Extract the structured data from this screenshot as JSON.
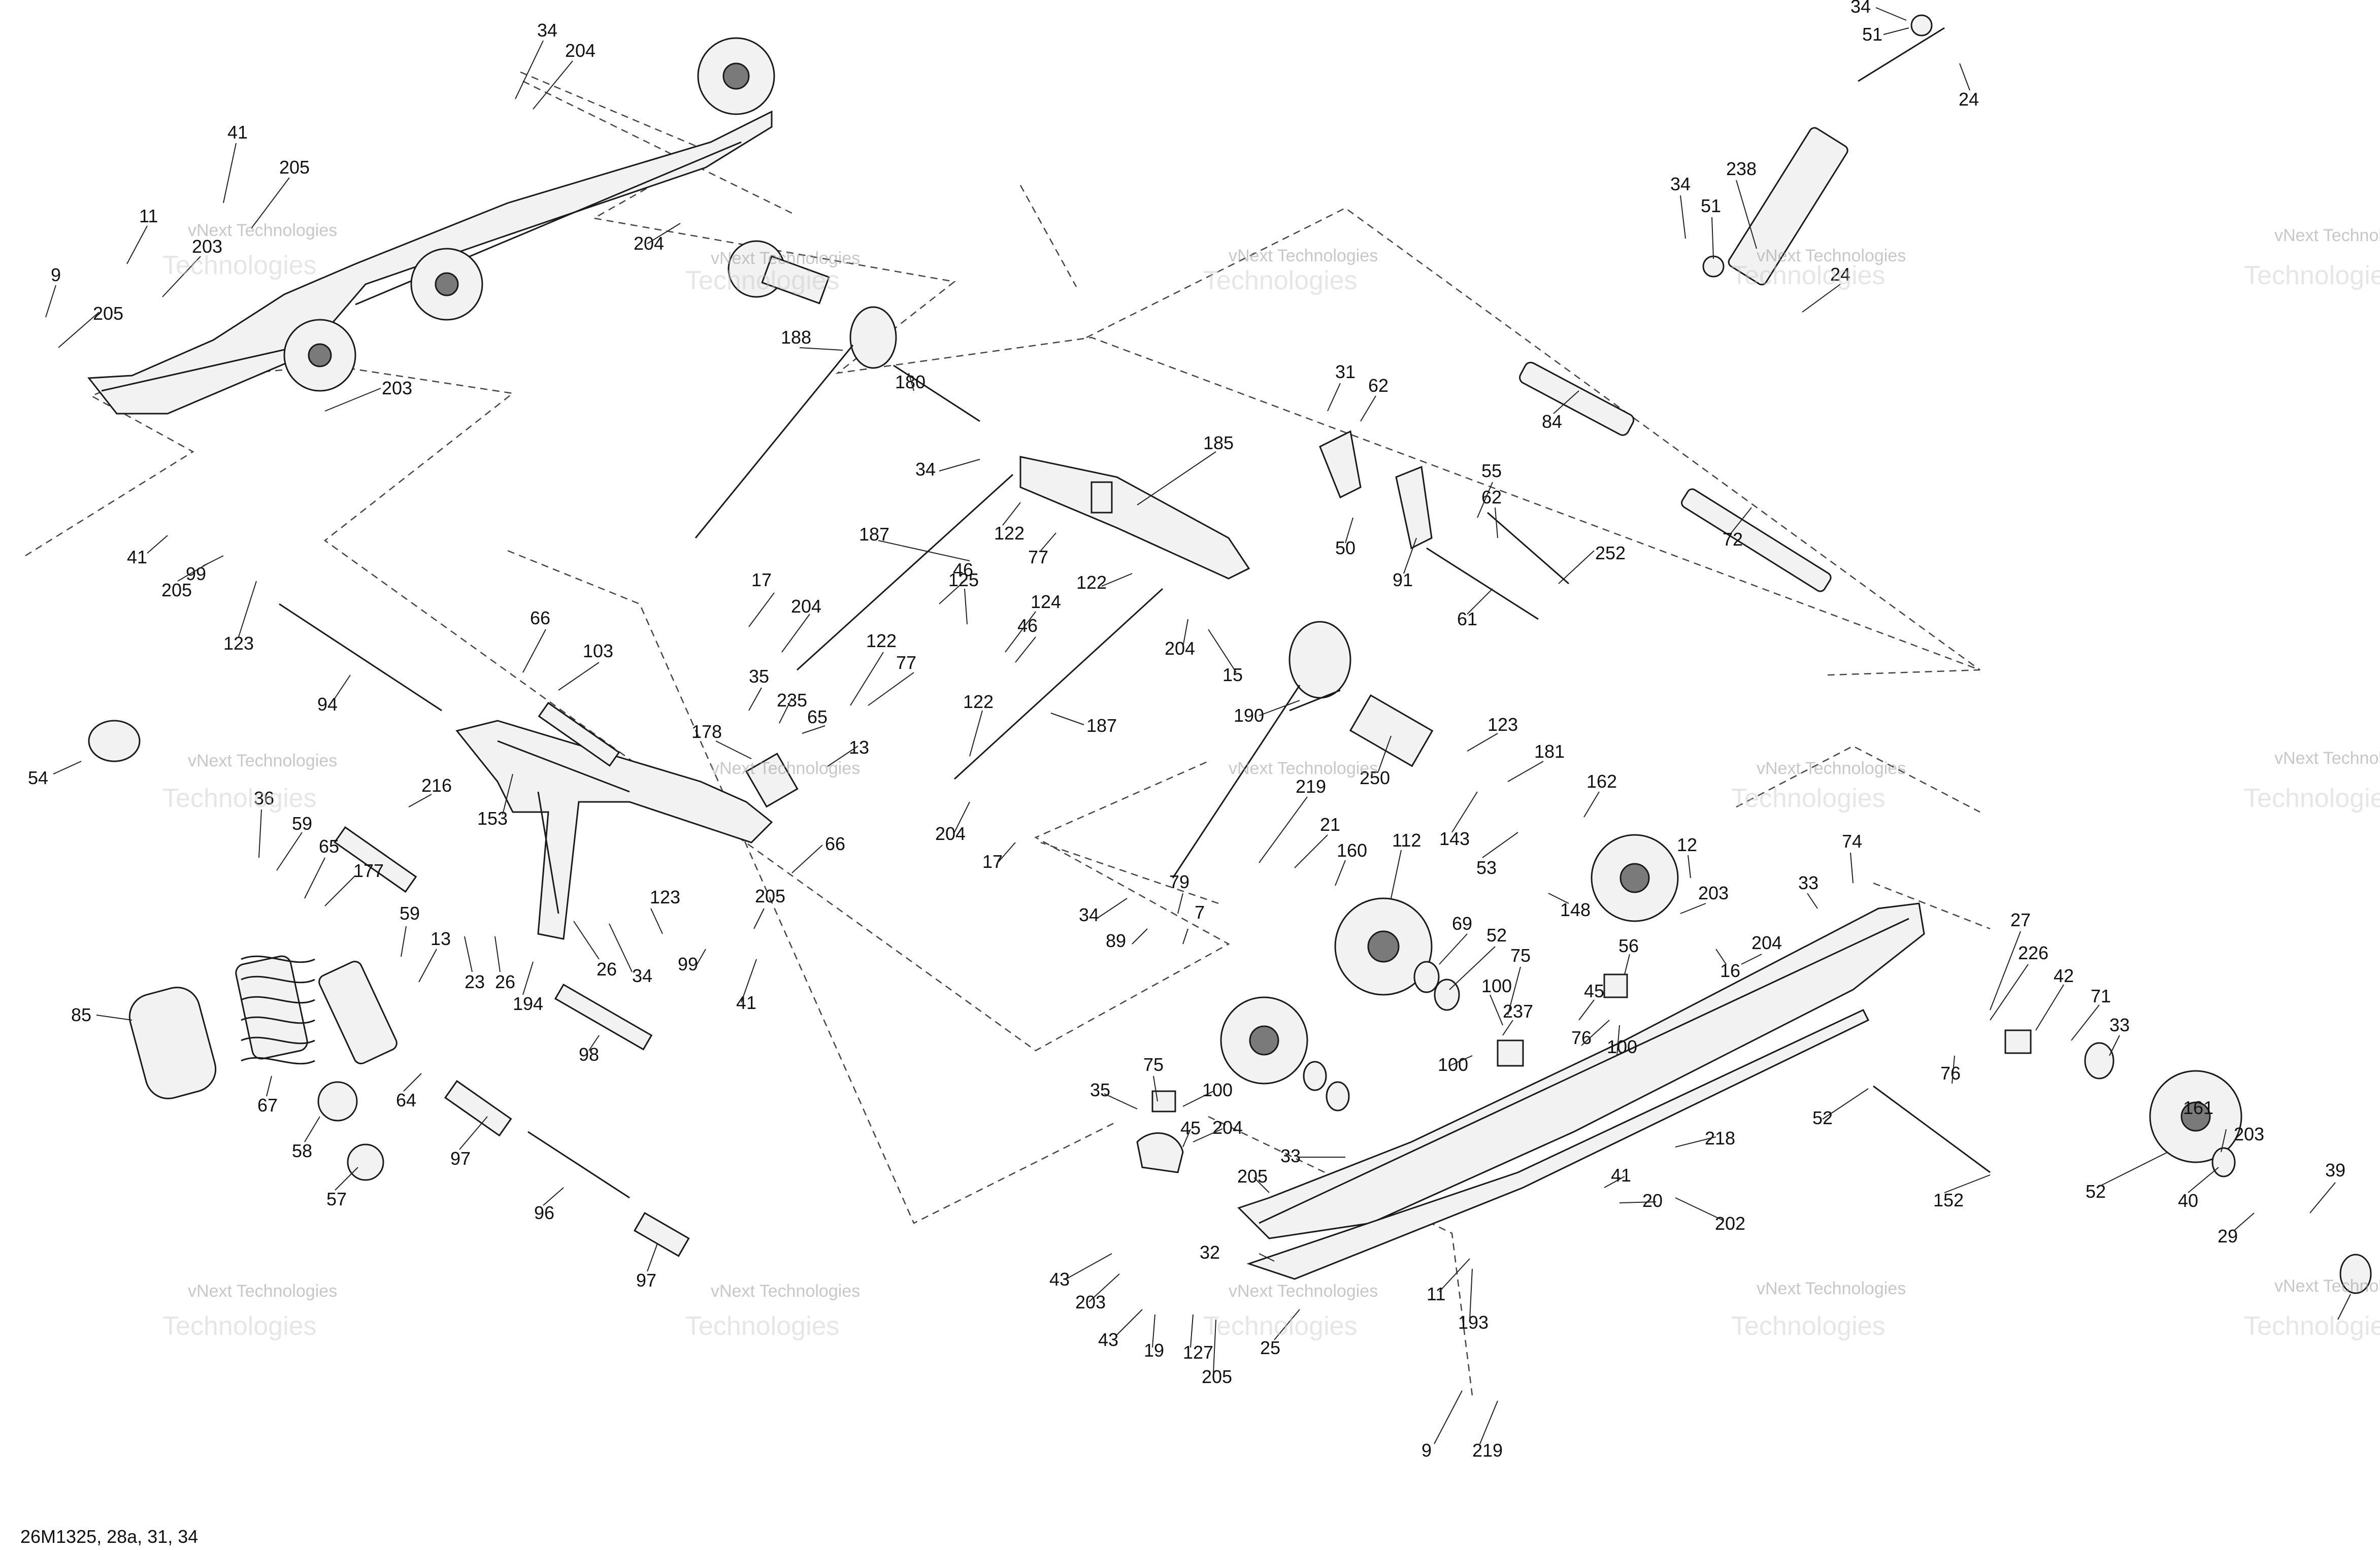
{
  "diagram": {
    "footer_code": "26M1325, 28a, 31, 34",
    "watermark": {
      "line1": "vNext Technologies",
      "line2": "vNext",
      "line3": "Technologies"
    },
    "callouts": [
      {
        "id": "c34a",
        "text": "34"
      },
      {
        "id": "c204a",
        "text": "204"
      },
      {
        "id": "c41a",
        "text": "41"
      },
      {
        "id": "c205a",
        "text": "205"
      },
      {
        "id": "c11a",
        "text": "11"
      },
      {
        "id": "c203a",
        "text": "203"
      },
      {
        "id": "c9a",
        "text": "9"
      },
      {
        "id": "c205b",
        "text": "205"
      },
      {
        "id": "c203b",
        "text": "203"
      },
      {
        "id": "c204b",
        "text": "204"
      },
      {
        "id": "c188",
        "text": "188"
      },
      {
        "id": "c180",
        "text": "180"
      },
      {
        "id": "c185",
        "text": "185"
      },
      {
        "id": "c34b",
        "text": "34"
      },
      {
        "id": "c187a",
        "text": "187"
      },
      {
        "id": "c122a",
        "text": "122"
      },
      {
        "id": "c77a",
        "text": "77"
      },
      {
        "id": "c122b",
        "text": "122"
      },
      {
        "id": "c41b",
        "text": "41"
      },
      {
        "id": "c205c",
        "text": "205"
      },
      {
        "id": "c99a",
        "text": "99"
      },
      {
        "id": "c123a",
        "text": "123"
      },
      {
        "id": "c17a",
        "text": "17"
      },
      {
        "id": "c204c",
        "text": "204"
      },
      {
        "id": "c46a",
        "text": "46"
      },
      {
        "id": "c125",
        "text": "125"
      },
      {
        "id": "c124",
        "text": "124"
      },
      {
        "id": "c46b",
        "text": "46"
      },
      {
        "id": "c204d",
        "text": "204"
      },
      {
        "id": "c15",
        "text": "15"
      },
      {
        "id": "c66a",
        "text": "66"
      },
      {
        "id": "c103",
        "text": "103"
      },
      {
        "id": "c94",
        "text": "94"
      },
      {
        "id": "c35a",
        "text": "35"
      },
      {
        "id": "c235",
        "text": "235"
      },
      {
        "id": "c122c",
        "text": "122"
      },
      {
        "id": "c77b",
        "text": "77"
      },
      {
        "id": "c65a",
        "text": "65"
      },
      {
        "id": "c13a",
        "text": "13"
      },
      {
        "id": "c178",
        "text": "178"
      },
      {
        "id": "c54",
        "text": "54"
      },
      {
        "id": "c216",
        "text": "216"
      },
      {
        "id": "c153",
        "text": "153"
      },
      {
        "id": "c122d",
        "text": "122"
      },
      {
        "id": "c187b",
        "text": "187"
      },
      {
        "id": "c204e",
        "text": "204"
      },
      {
        "id": "c17b",
        "text": "17"
      },
      {
        "id": "c36",
        "text": "36"
      },
      {
        "id": "c59a",
        "text": "59"
      },
      {
        "id": "c65b",
        "text": "65"
      },
      {
        "id": "c177",
        "text": "177"
      },
      {
        "id": "c66b",
        "text": "66"
      },
      {
        "id": "c205d",
        "text": "205"
      },
      {
        "id": "c123b",
        "text": "123"
      },
      {
        "id": "c99b",
        "text": "99"
      },
      {
        "id": "c41c",
        "text": "41"
      },
      {
        "id": "c59b",
        "text": "59"
      },
      {
        "id": "c13b",
        "text": "13"
      },
      {
        "id": "c23",
        "text": "23"
      },
      {
        "id": "c26a",
        "text": "26"
      },
      {
        "id": "c26b",
        "text": "26"
      },
      {
        "id": "c34c",
        "text": "34"
      },
      {
        "id": "c194",
        "text": "194"
      },
      {
        "id": "c85",
        "text": "85"
      },
      {
        "id": "c98",
        "text": "98"
      },
      {
        "id": "c67",
        "text": "67"
      },
      {
        "id": "c64",
        "text": "64"
      },
      {
        "id": "c58",
        "text": "58"
      },
      {
        "id": "c97a",
        "text": "97"
      },
      {
        "id": "c57",
        "text": "57"
      },
      {
        "id": "c96",
        "text": "96"
      },
      {
        "id": "c97b",
        "text": "97"
      },
      {
        "id": "c34d",
        "text": "34"
      },
      {
        "id": "c51a",
        "text": "51"
      },
      {
        "id": "c24a",
        "text": "24"
      },
      {
        "id": "c34e",
        "text": "34"
      },
      {
        "id": "c238",
        "text": "238"
      },
      {
        "id": "c51b",
        "text": "51"
      },
      {
        "id": "c24b",
        "text": "24"
      },
      {
        "id": "c84",
        "text": "84"
      },
      {
        "id": "c31",
        "text": "31"
      },
      {
        "id": "c62a",
        "text": "62"
      },
      {
        "id": "c55",
        "text": "55"
      },
      {
        "id": "c62b",
        "text": "62"
      },
      {
        "id": "c50",
        "text": "50"
      },
      {
        "id": "c91",
        "text": "91"
      },
      {
        "id": "c252",
        "text": "252"
      },
      {
        "id": "c61",
        "text": "61"
      },
      {
        "id": "c72",
        "text": "72"
      },
      {
        "id": "c190",
        "text": "190"
      },
      {
        "id": "c123c",
        "text": "123"
      },
      {
        "id": "c181",
        "text": "181"
      },
      {
        "id": "c250",
        "text": "250"
      },
      {
        "id": "c219a",
        "text": "219"
      },
      {
        "id": "c143",
        "text": "143"
      },
      {
        "id": "c162",
        "text": "162"
      },
      {
        "id": "c21",
        "text": "21"
      },
      {
        "id": "c160",
        "text": "160"
      },
      {
        "id": "c53",
        "text": "53"
      },
      {
        "id": "c112",
        "text": "112"
      },
      {
        "id": "c12",
        "text": "12"
      },
      {
        "id": "c74",
        "text": "74"
      },
      {
        "id": "c34f",
        "text": "34"
      },
      {
        "id": "c79",
        "text": "79"
      },
      {
        "id": "c148",
        "text": "148"
      },
      {
        "id": "c203c",
        "text": "203"
      },
      {
        "id": "c33a",
        "text": "33"
      },
      {
        "id": "c89",
        "text": "89"
      },
      {
        "id": "c7",
        "text": "7"
      },
      {
        "id": "c69",
        "text": "69"
      },
      {
        "id": "c56",
        "text": "56"
      },
      {
        "id": "c16",
        "text": "16"
      },
      {
        "id": "c204f",
        "text": "204"
      },
      {
        "id": "c27",
        "text": "27"
      },
      {
        "id": "c52a",
        "text": "52"
      },
      {
        "id": "c75a",
        "text": "75"
      },
      {
        "id": "c226",
        "text": "226"
      },
      {
        "id": "c100a",
        "text": "100"
      },
      {
        "id": "c45a",
        "text": "45"
      },
      {
        "id": "c42",
        "text": "42"
      },
      {
        "id": "c71",
        "text": "71"
      },
      {
        "id": "c237",
        "text": "237"
      },
      {
        "id": "c76a",
        "text": "76"
      },
      {
        "id": "c100b",
        "text": "100"
      },
      {
        "id": "c75b",
        "text": "75"
      },
      {
        "id": "c35b",
        "text": "35"
      },
      {
        "id": "c33b",
        "text": "33"
      },
      {
        "id": "c76b",
        "text": "76"
      },
      {
        "id": "c100c",
        "text": "100"
      },
      {
        "id": "c100d",
        "text": "100"
      },
      {
        "id": "c45b",
        "text": "45"
      },
      {
        "id": "c204g",
        "text": "204"
      },
      {
        "id": "c52b",
        "text": "52"
      },
      {
        "id": "c161",
        "text": "161"
      },
      {
        "id": "c203d",
        "text": "203"
      },
      {
        "id": "c33c",
        "text": "33"
      },
      {
        "id": "c218",
        "text": "218"
      },
      {
        "id": "c205e",
        "text": "205"
      },
      {
        "id": "c41d",
        "text": "41"
      },
      {
        "id": "c20",
        "text": "20"
      },
      {
        "id": "c202",
        "text": "202"
      },
      {
        "id": "c152",
        "text": "152"
      },
      {
        "id": "c52c",
        "text": "52"
      },
      {
        "id": "c40",
        "text": "40"
      },
      {
        "id": "c39",
        "text": "39"
      },
      {
        "id": "c29",
        "text": "29"
      },
      {
        "id": "c32",
        "text": "32"
      },
      {
        "id": "c43a",
        "text": "43"
      },
      {
        "id": "c203e",
        "text": "203"
      },
      {
        "id": "c11b",
        "text": "11"
      },
      {
        "id": "c193",
        "text": "193"
      },
      {
        "id": "c43b",
        "text": "43"
      },
      {
        "id": "c19",
        "text": "19"
      },
      {
        "id": "c127",
        "text": "127"
      },
      {
        "id": "c25",
        "text": "25"
      },
      {
        "id": "c205f",
        "text": "205"
      },
      {
        "id": "c9b",
        "text": "9"
      },
      {
        "id": "c219b",
        "text": "219"
      }
    ]
  }
}
